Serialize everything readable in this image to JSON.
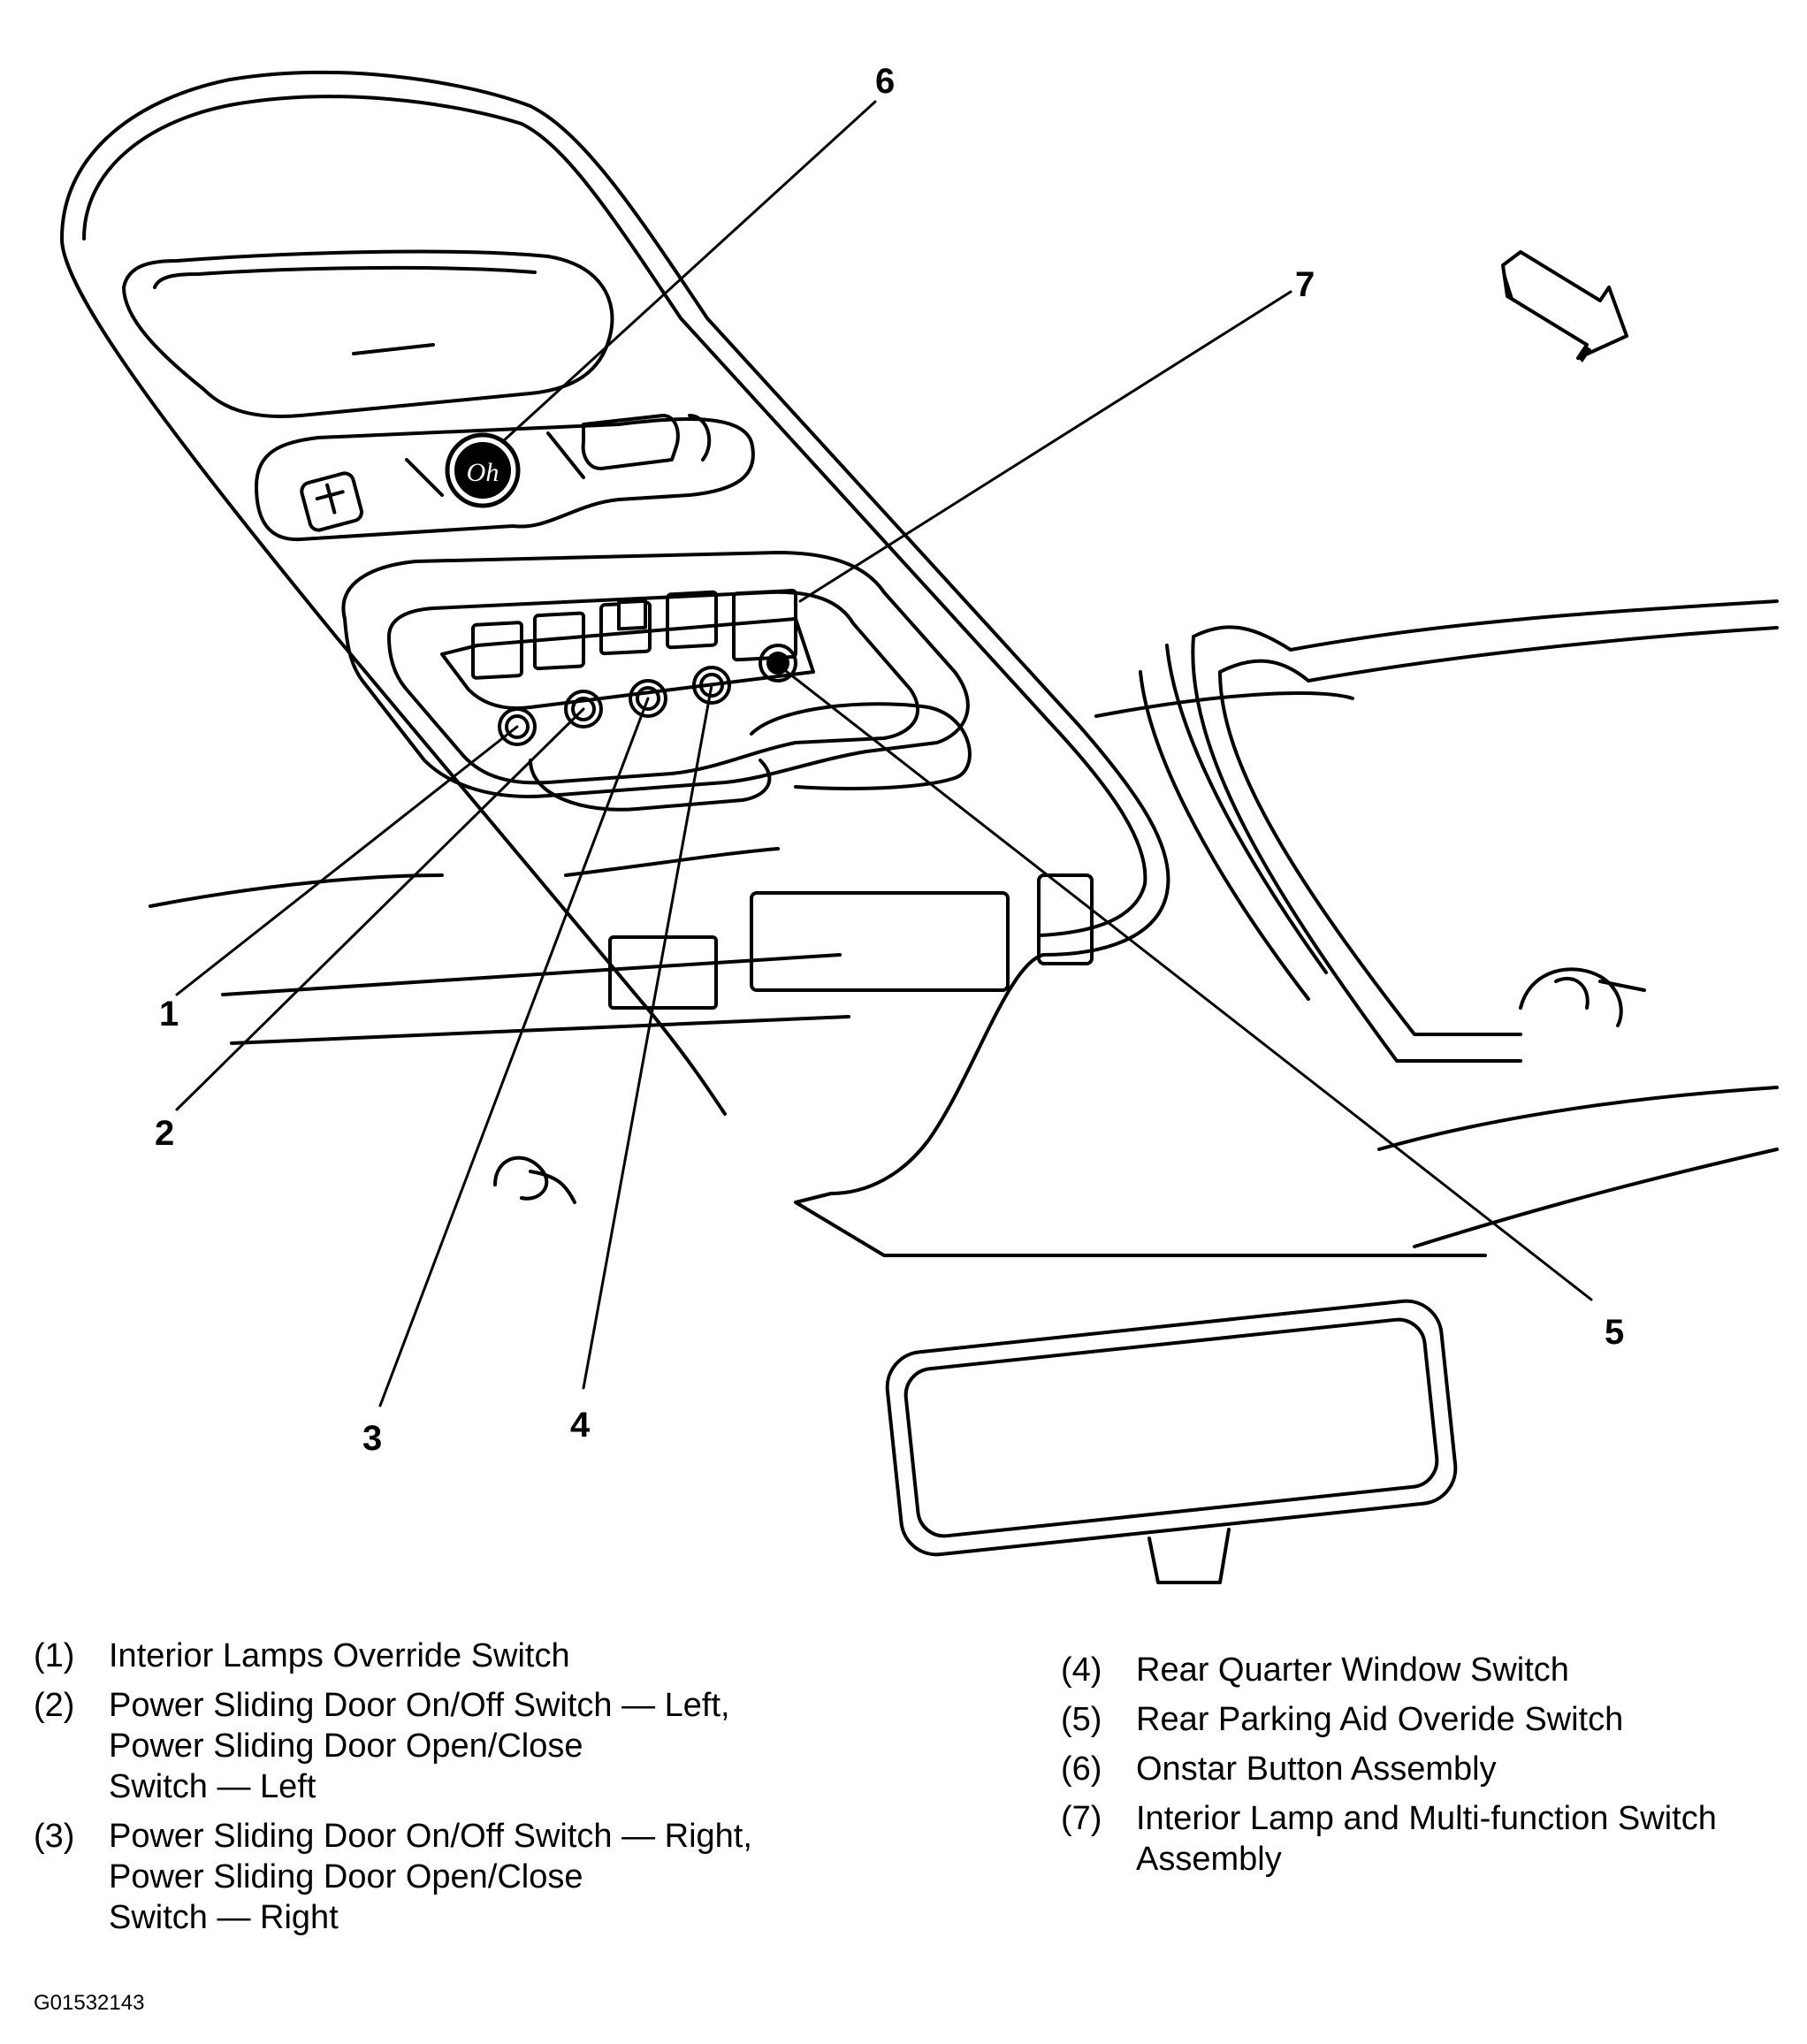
{
  "callouts": [
    {
      "num": "1"
    },
    {
      "num": "2"
    },
    {
      "num": "3"
    },
    {
      "num": "4"
    },
    {
      "num": "5"
    },
    {
      "num": "6"
    },
    {
      "num": "7"
    }
  ],
  "onstar_button_text": "Oh",
  "legend_left": [
    {
      "key": "(1)",
      "text": "Interior Lamps Override Switch"
    },
    {
      "key": "(2)",
      "text": "Power Sliding Door On/Off Switch — Left,\nPower Sliding Door Open/Close\nSwitch — Left"
    },
    {
      "key": "(3)",
      "text": "Power Sliding Door On/Off Switch — Right,\nPower Sliding Door Open/Close\nSwitch — Right"
    }
  ],
  "legend_right": [
    {
      "key": "(4)",
      "text": "Rear Quarter Window Switch"
    },
    {
      "key": "(5)",
      "text": "Rear Parking Aid Overide Switch"
    },
    {
      "key": "(6)",
      "text": "Onstar Button Assembly"
    },
    {
      "key": "(7)",
      "text": "Interior Lamp and Multi-function Switch\nAssembly"
    }
  ],
  "figure_id": "G01532143"
}
